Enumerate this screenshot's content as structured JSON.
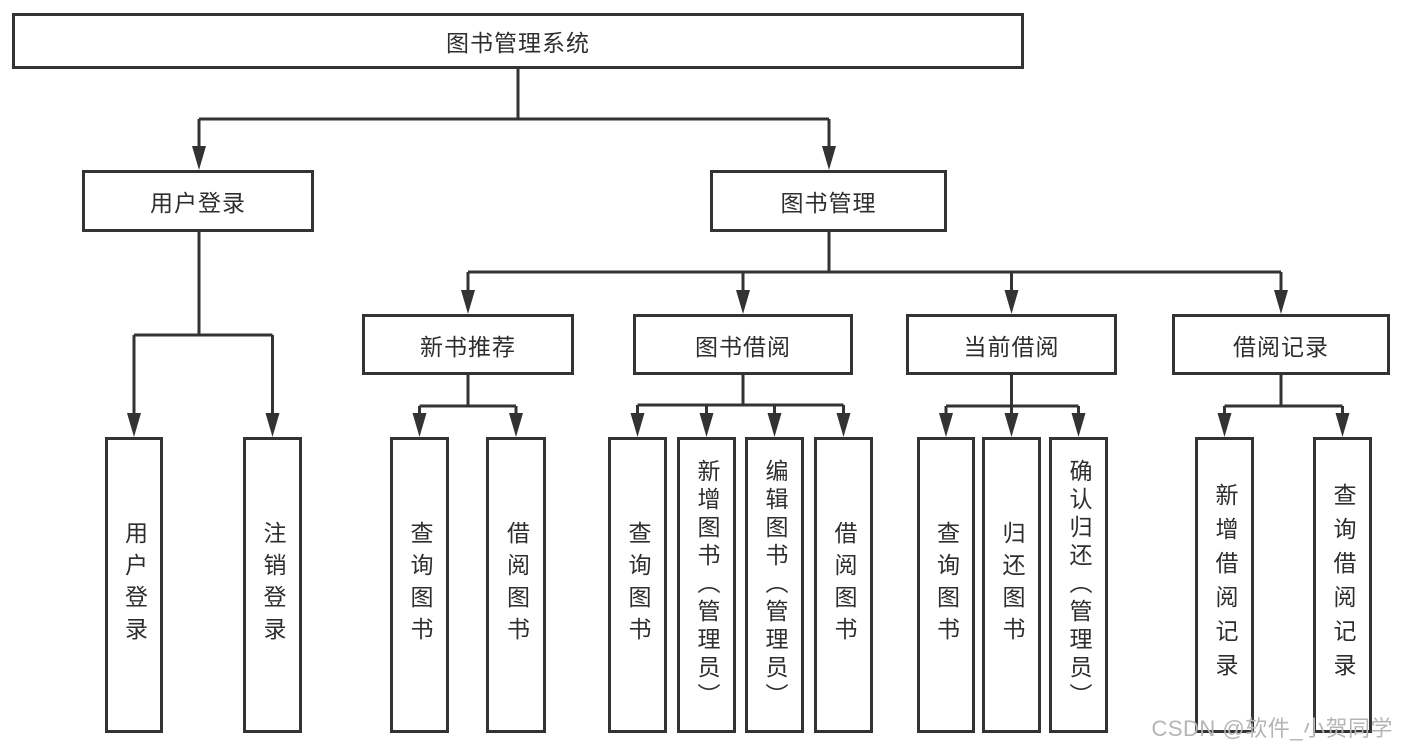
{
  "tree": {
    "root": {
      "label": "图书管理系统",
      "children": [
        {
          "label": "用户登录",
          "children": [
            {
              "label": "用户登录"
            },
            {
              "label": "注销登录"
            }
          ]
        },
        {
          "label": "图书管理",
          "children": [
            {
              "label": "新书推荐",
              "children": [
                {
                  "label": "查询图书"
                },
                {
                  "label": "借阅图书"
                }
              ]
            },
            {
              "label": "图书借阅",
              "children": [
                {
                  "label": "查询图书"
                },
                {
                  "label": "新增图书（管理员）"
                },
                {
                  "label": "编辑图书（管理员）"
                },
                {
                  "label": "借阅图书"
                }
              ]
            },
            {
              "label": "当前借阅",
              "children": [
                {
                  "label": "查询图书"
                },
                {
                  "label": "归还图书"
                },
                {
                  "label": "确认归还（管理员）"
                }
              ]
            },
            {
              "label": "借阅记录",
              "children": [
                {
                  "label": "新增借阅记录"
                },
                {
                  "label": "查询借阅记录"
                }
              ]
            }
          ]
        }
      ]
    }
  },
  "watermark": {
    "text": "CSDN @软件_小贺同学"
  },
  "colors": {
    "line": "#333333",
    "box_border": "#333333",
    "text": "#2e2e2e",
    "watermark": "#b5b5b5",
    "background": "#ffffff"
  }
}
